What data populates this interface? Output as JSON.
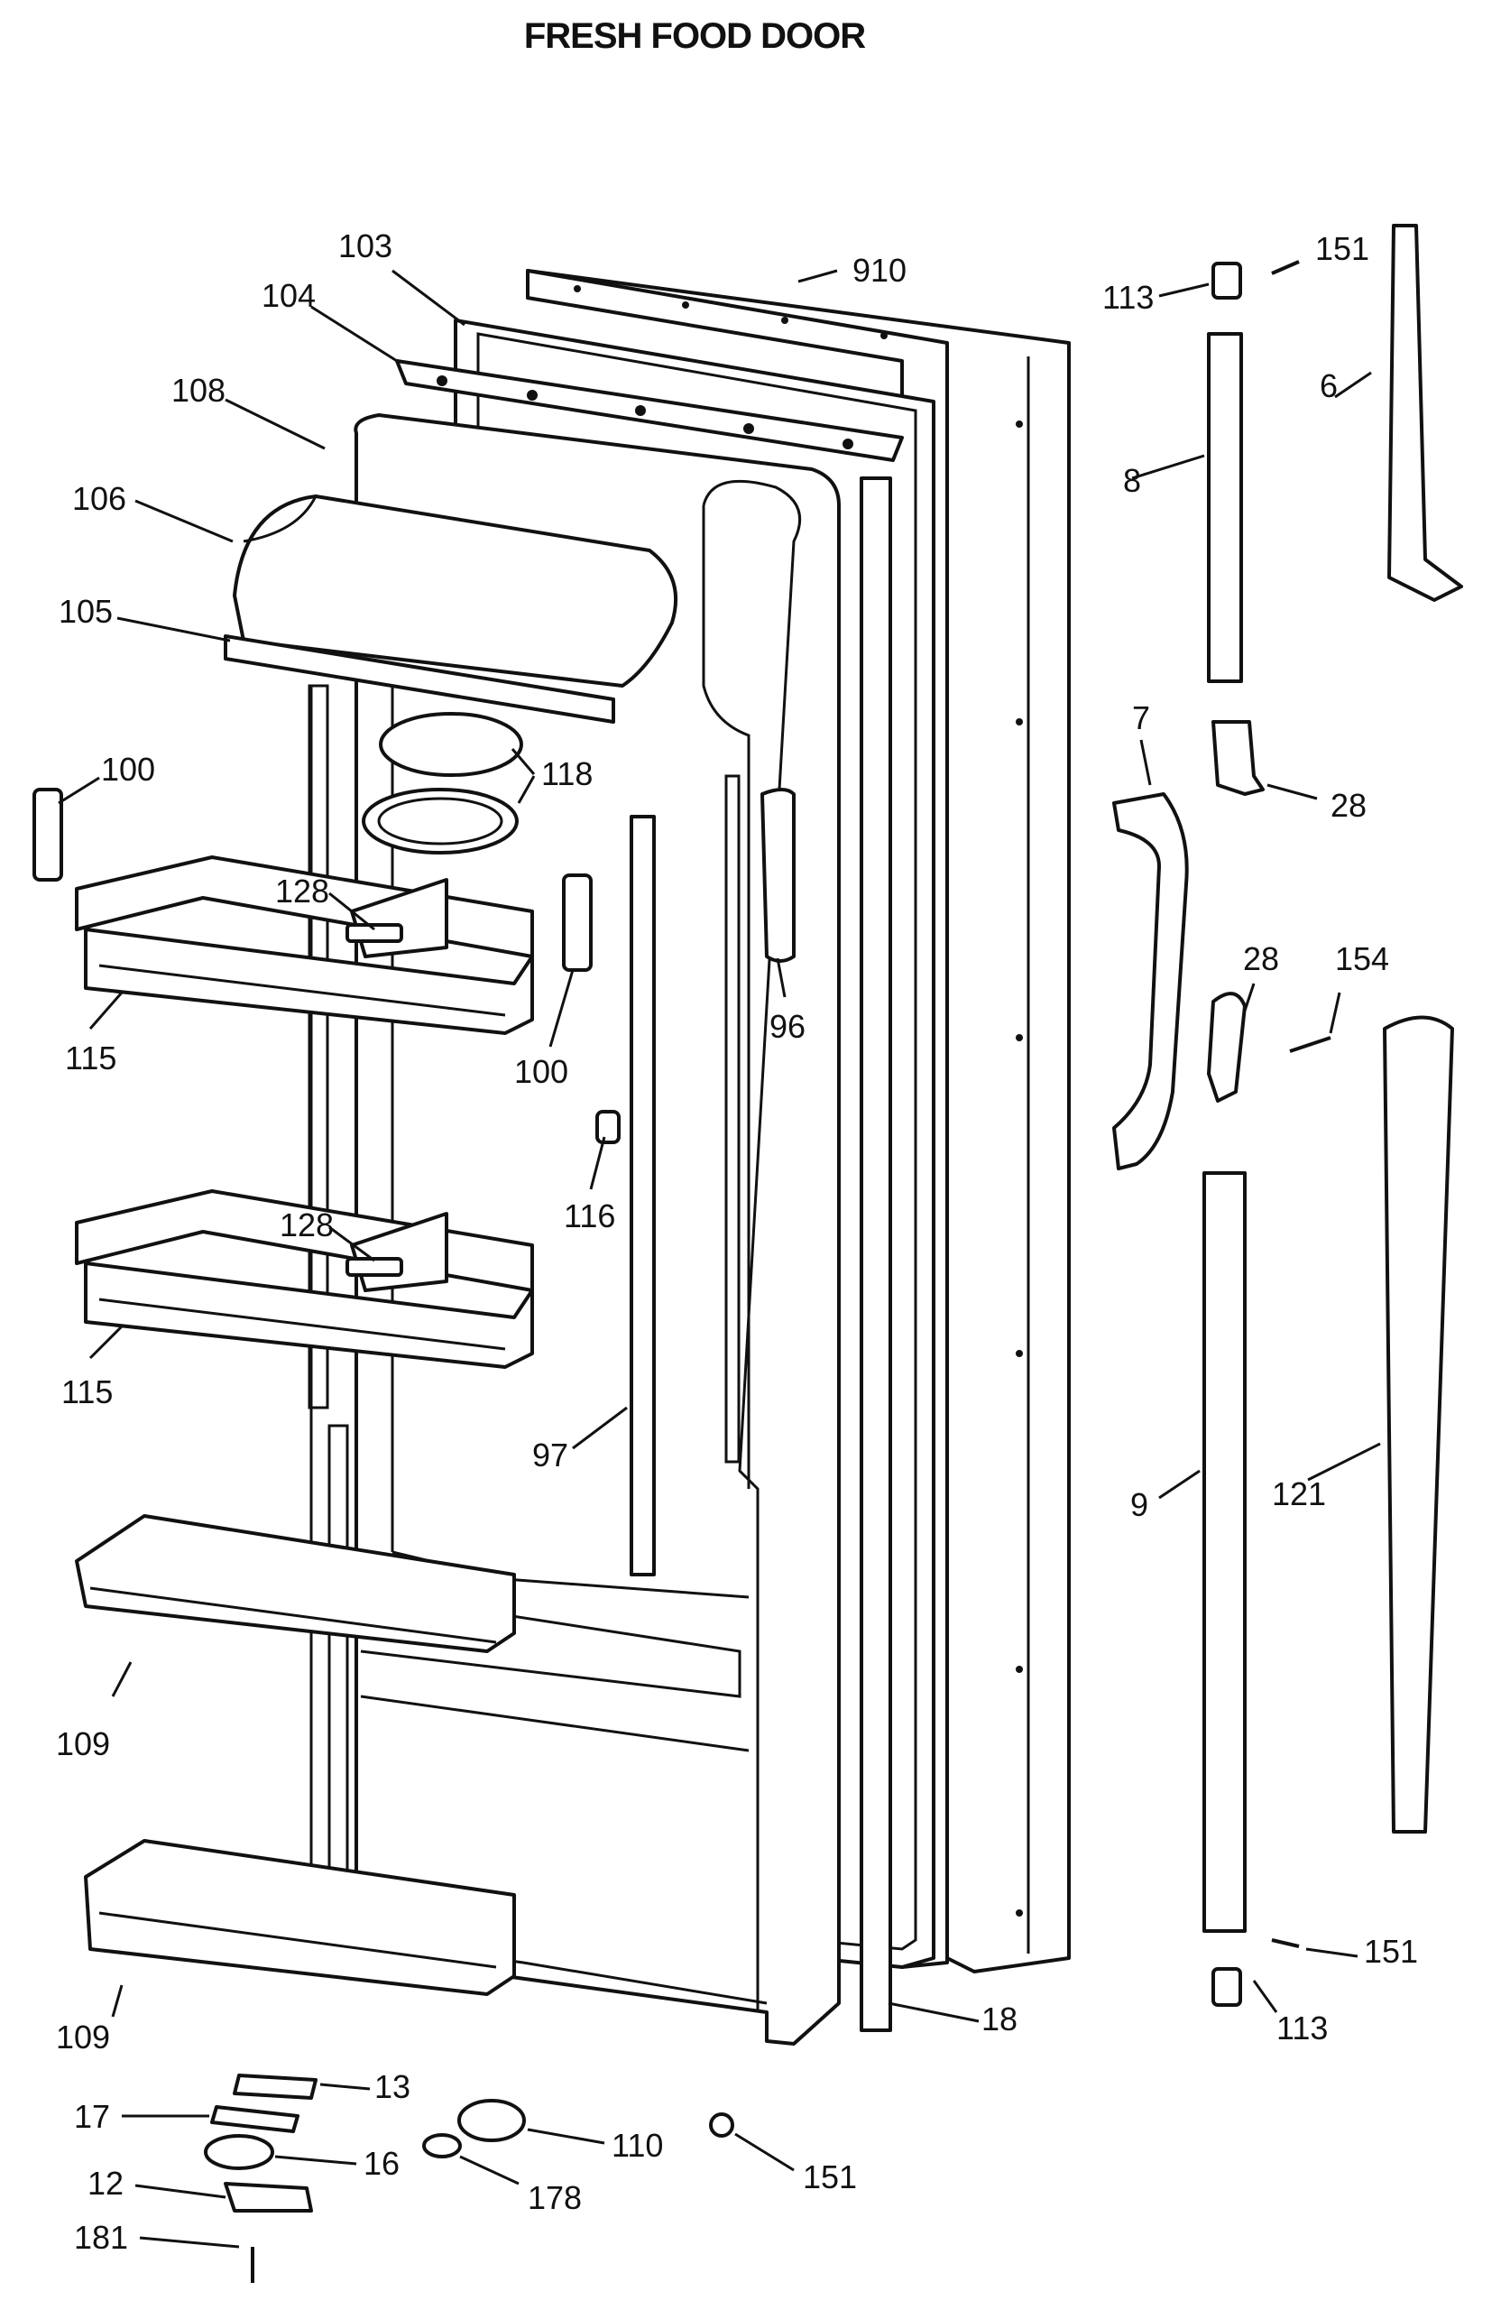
{
  "title": "FRESH FOOD DOOR",
  "callouts": {
    "c103": "103",
    "c910": "910",
    "c104": "104",
    "c108": "108",
    "c106": "106",
    "c105": "105",
    "c100a": "100",
    "c100b": "100",
    "c118": "118",
    "c128a": "128",
    "c128b": "128",
    "c115a": "115",
    "c115b": "115",
    "c96": "96",
    "c116": "116",
    "c97": "97",
    "c109a": "109",
    "c109b": "109",
    "c113a": "113",
    "c113b": "113",
    "c151a": "151",
    "c151b": "151",
    "c151c": "151",
    "c6": "6",
    "c8": "8",
    "c7": "7",
    "c28a": "28",
    "c28b": "28",
    "c154": "154",
    "c9": "9",
    "c121": "121",
    "c18": "18",
    "c13": "13",
    "c17": "17",
    "c16": "16",
    "c12": "12",
    "c181": "181",
    "c110": "110",
    "c178": "178"
  }
}
